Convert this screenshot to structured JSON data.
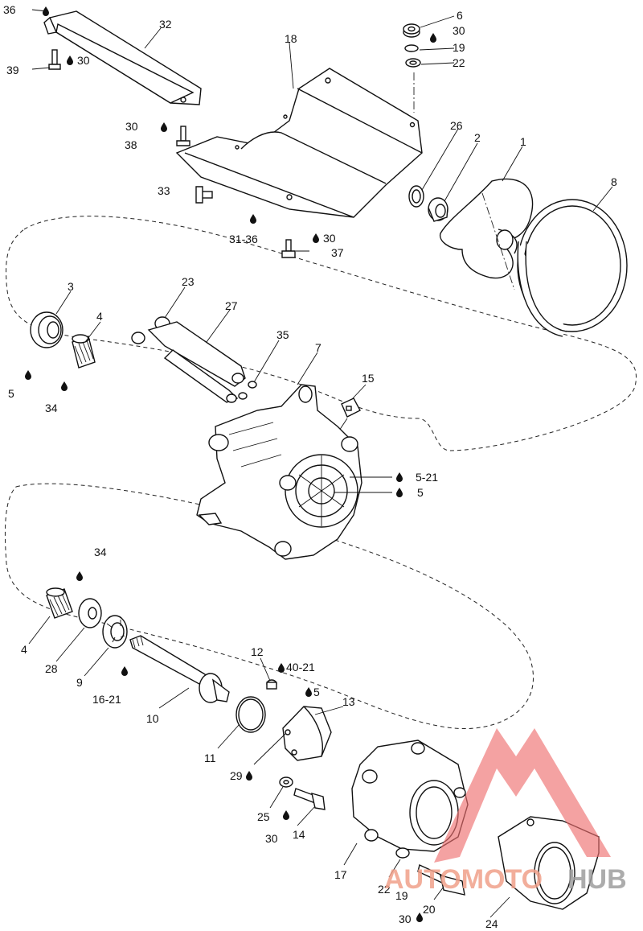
{
  "diagram": {
    "callouts": [
      {
        "id": "c36a",
        "text": "36"
      },
      {
        "id": "c32",
        "text": "32"
      },
      {
        "id": "c39",
        "text": "39"
      },
      {
        "id": "c30a",
        "text": "30"
      },
      {
        "id": "c30b",
        "text": "30"
      },
      {
        "id": "c38",
        "text": "38"
      },
      {
        "id": "c33",
        "text": "33"
      },
      {
        "id": "c18",
        "text": "18"
      },
      {
        "id": "c6",
        "text": "6"
      },
      {
        "id": "c30c",
        "text": "30"
      },
      {
        "id": "c19a",
        "text": "19"
      },
      {
        "id": "c22a",
        "text": "22"
      },
      {
        "id": "c26",
        "text": "26"
      },
      {
        "id": "c2",
        "text": "2"
      },
      {
        "id": "c1",
        "text": "1"
      },
      {
        "id": "c8",
        "text": "8"
      },
      {
        "id": "c31",
        "text": "31-36"
      },
      {
        "id": "c30d",
        "text": "30"
      },
      {
        "id": "c37",
        "text": "37"
      },
      {
        "id": "c3",
        "text": "3"
      },
      {
        "id": "c4a",
        "text": "4"
      },
      {
        "id": "c5a",
        "text": "5"
      },
      {
        "id": "c34a",
        "text": "34"
      },
      {
        "id": "c23",
        "text": "23"
      },
      {
        "id": "c27",
        "text": "27"
      },
      {
        "id": "c35",
        "text": "35"
      },
      {
        "id": "c7",
        "text": "7"
      },
      {
        "id": "c15",
        "text": "15"
      },
      {
        "id": "c521",
        "text": "5-21"
      },
      {
        "id": "c5b",
        "text": "5"
      },
      {
        "id": "c34b",
        "text": "34"
      },
      {
        "id": "c4b",
        "text": "4"
      },
      {
        "id": "c28",
        "text": "28"
      },
      {
        "id": "c9",
        "text": "9"
      },
      {
        "id": "c1621",
        "text": "16-21"
      },
      {
        "id": "c10",
        "text": "10"
      },
      {
        "id": "c12",
        "text": "12"
      },
      {
        "id": "c4021",
        "text": "40-21"
      },
      {
        "id": "c5c",
        "text": "5"
      },
      {
        "id": "c13",
        "text": "13"
      },
      {
        "id": "c11",
        "text": "11"
      },
      {
        "id": "c29",
        "text": "29"
      },
      {
        "id": "c25",
        "text": "25"
      },
      {
        "id": "c14",
        "text": "14"
      },
      {
        "id": "c30e",
        "text": "30"
      },
      {
        "id": "c17",
        "text": "17"
      },
      {
        "id": "c22b",
        "text": "22"
      },
      {
        "id": "c19b",
        "text": "19"
      },
      {
        "id": "c20",
        "text": "20"
      },
      {
        "id": "c30f",
        "text": "30"
      },
      {
        "id": "c24",
        "text": "24"
      }
    ]
  },
  "watermark": {
    "text_left": "AUTOMOTO",
    "text_right": "HUB",
    "color_primary": "#f0a08a",
    "color_secondary": "#9e9e9e",
    "color_triangle": "#ee6e6e"
  },
  "colors": {
    "line": "#111111",
    "background": "#ffffff"
  }
}
